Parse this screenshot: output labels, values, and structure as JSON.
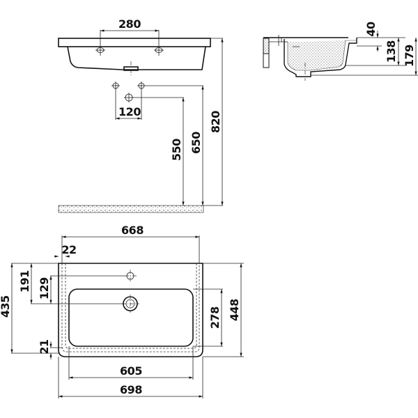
{
  "drawing": {
    "title": "Washbasin technical dimension drawing",
    "units": "mm",
    "colors": {
      "line": "#111111",
      "background": "#ffffff",
      "floor_hatch": "#555555"
    }
  },
  "front_view": {
    "tap_hole_spacing": "280",
    "waste_spacing": "120",
    "height_waste_outlet": "550",
    "height_tap_holes": "650",
    "height_rim": "820"
  },
  "side_view": {
    "rim_thickness": "40",
    "bowl_depth": "138",
    "total_height": "179"
  },
  "top_view": {
    "inner_width": "668",
    "edge_offset": "22",
    "tap_hole_from_back": "129",
    "waste_from_back": "191",
    "depth_left": "435",
    "front_edge": "21",
    "bowl_width": "605",
    "total_width": "698",
    "bowl_depth": "278",
    "total_depth": "448"
  }
}
